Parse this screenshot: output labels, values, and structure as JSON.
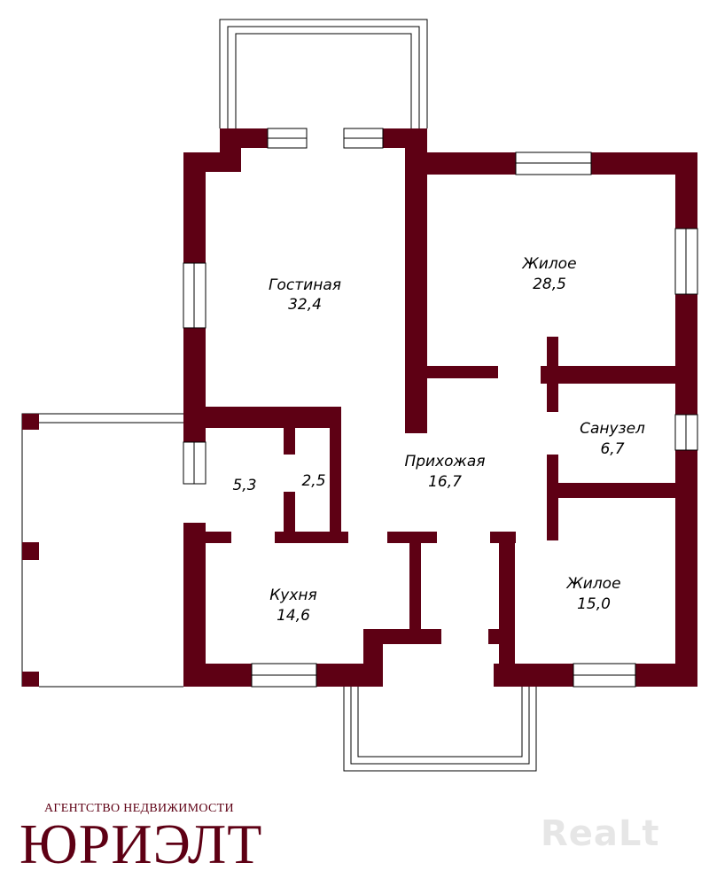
{
  "colors": {
    "wall": "#5e0014",
    "outline": "#000000",
    "background": "#ffffff"
  },
  "rooms": {
    "living": {
      "name": "Гостиная",
      "area": "32,4"
    },
    "bedroom1": {
      "name": "Жилое",
      "area": "28,5"
    },
    "bathroom": {
      "name": "Санузел",
      "area": "6,7"
    },
    "hall": {
      "name": "Прихожая",
      "area": "16,7"
    },
    "utility": {
      "area": "5,3"
    },
    "pantry": {
      "area": "2,5"
    },
    "kitchen": {
      "name": "Кухня",
      "area": "14,6"
    },
    "bedroom2": {
      "name": "Жилое",
      "area": "15,0"
    }
  },
  "branding": {
    "agency_subtitle": "АГЕНТСТВО НЕДВИЖИМОСТИ",
    "agency_name": "ЮРИЭЛТ",
    "watermark": "ReaLt"
  }
}
